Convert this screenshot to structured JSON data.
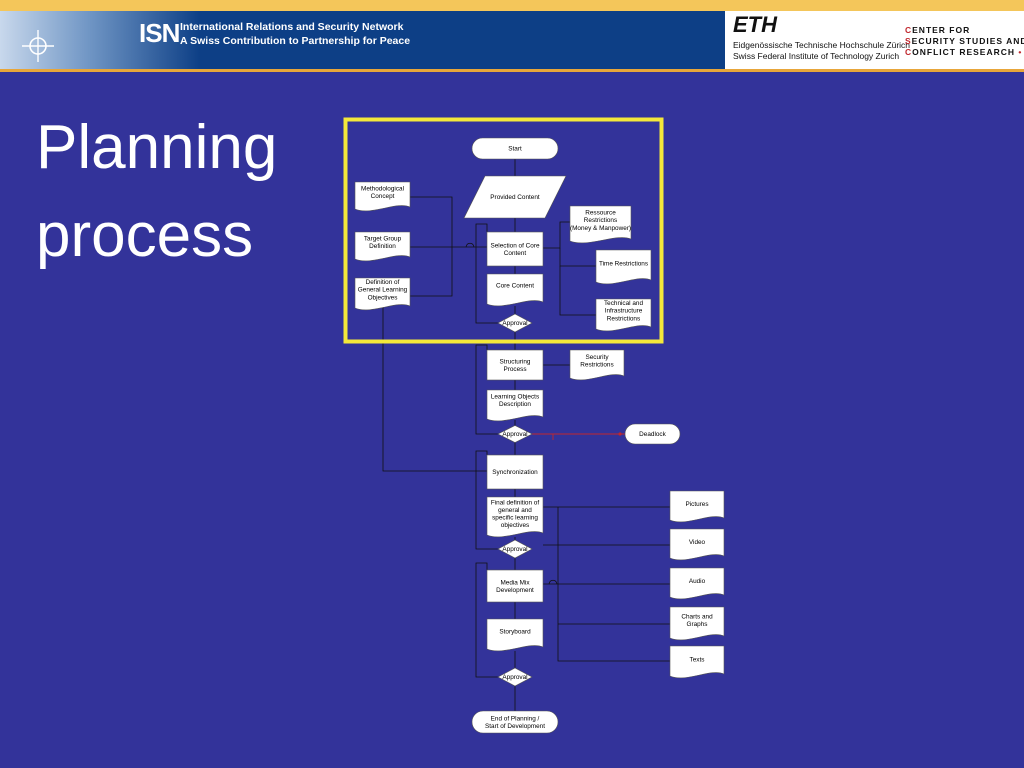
{
  "header": {
    "isn_logo": "ISN",
    "isn_line1": "International Relations and Security Network",
    "isn_line2": "A Swiss Contribution to Partnership for Peace",
    "eth_logo": "ETH",
    "eth_line1": "Eidgenössische Technische Hochschule Zürich",
    "eth_line2": "Swiss Federal Institute of Technology Zurich",
    "css_line1_first": "C",
    "css_line1_rest": "ENTER FOR",
    "css_line2_first": "S",
    "css_line2_rest": "ECURITY STUDIES AND",
    "css_line3_first": "C",
    "css_line3_rest": "ONFLICT RESEARCH",
    "css_bullet": "•"
  },
  "slide": {
    "title_line1": "Planning",
    "title_line2": "process"
  },
  "flowchart": {
    "start": "Start",
    "provided_content": "Provided Content",
    "methodological_concept": [
      "Methodological",
      "Concept"
    ],
    "target_group": [
      "Target Group",
      "Definition"
    ],
    "general_objectives": [
      "Definition of",
      "General Learning",
      "Objectives"
    ],
    "resource_restrictions": [
      "Ressource",
      "Restrictions",
      "(Money & Manpower)"
    ],
    "time_restrictions": "Time Restrictions",
    "tech_restrictions": [
      "Technical  and",
      "Infrastructure",
      "Restrictions"
    ],
    "selection_core": [
      "Selection of Core",
      "Content"
    ],
    "core_content": "Core Content",
    "approval": "Approval",
    "structuring": [
      "Structuring",
      "Process"
    ],
    "security_restrictions": [
      "Security",
      "Restrictions"
    ],
    "learning_objects": [
      "Learning Objects",
      "Description"
    ],
    "deadlock": "Deadlock",
    "synchronization": "Synchronization",
    "final_definition": [
      "Final definition of",
      "general and",
      "specific learning",
      "objectives"
    ],
    "media_mix": [
      "Media Mix",
      "Development"
    ],
    "storyboard": "Storyboard",
    "end": [
      "End of Planning /",
      "Start of Development"
    ],
    "pictures": "Pictures",
    "video": "Video",
    "audio": "Audio",
    "charts": [
      "Charts and",
      "Graphs"
    ],
    "texts": "Texts",
    "highlight_color": "#f4e83a",
    "deadlock_line_color": "#c0272d"
  }
}
